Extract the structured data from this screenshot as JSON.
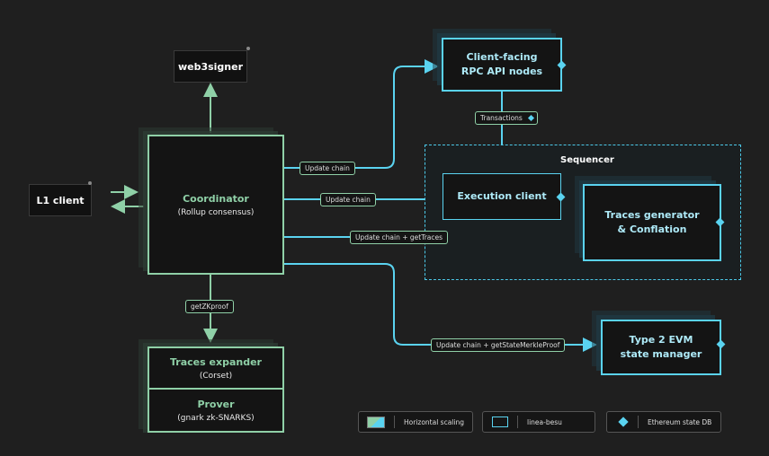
{
  "nodes": {
    "web3signer": "web3signer",
    "l1_client": "L1 client",
    "coordinator": {
      "title": "Coordinator",
      "subtitle": "(Rollup consensus)"
    },
    "rpc_nodes": {
      "line1": "Client-facing",
      "line2": "RPC API nodes"
    },
    "sequencer": "Sequencer",
    "execution_client": "Execution client",
    "traces_generator": {
      "line1": "Traces generator",
      "line2": "& Conflation"
    },
    "state_manager": {
      "line1": "Type 2 EVM",
      "line2": "state manager"
    },
    "traces_expander": {
      "title": "Traces expander",
      "subtitle": "(Corset)"
    },
    "prover": {
      "title": "Prover",
      "subtitle": "(gnark zk-SNARKS)"
    }
  },
  "edges": {
    "update_chain_rpc": "Update chain",
    "update_chain_exec": "Update chain",
    "update_chain_traces": "Update chain + getTraces",
    "update_chain_state": "Update chain + getStateMerkleProof",
    "transactions": "Transactions",
    "get_zk_proof": "getZKproof"
  },
  "legend": {
    "horizontal_scaling": "Horizontal scaling",
    "linea_besu": "linea-besu",
    "ethereum_state_db": "Ethereum state DB"
  },
  "colors": {
    "green": "#8fd0a7",
    "cyan": "#5ad3f0",
    "background": "#1f1f1f"
  }
}
